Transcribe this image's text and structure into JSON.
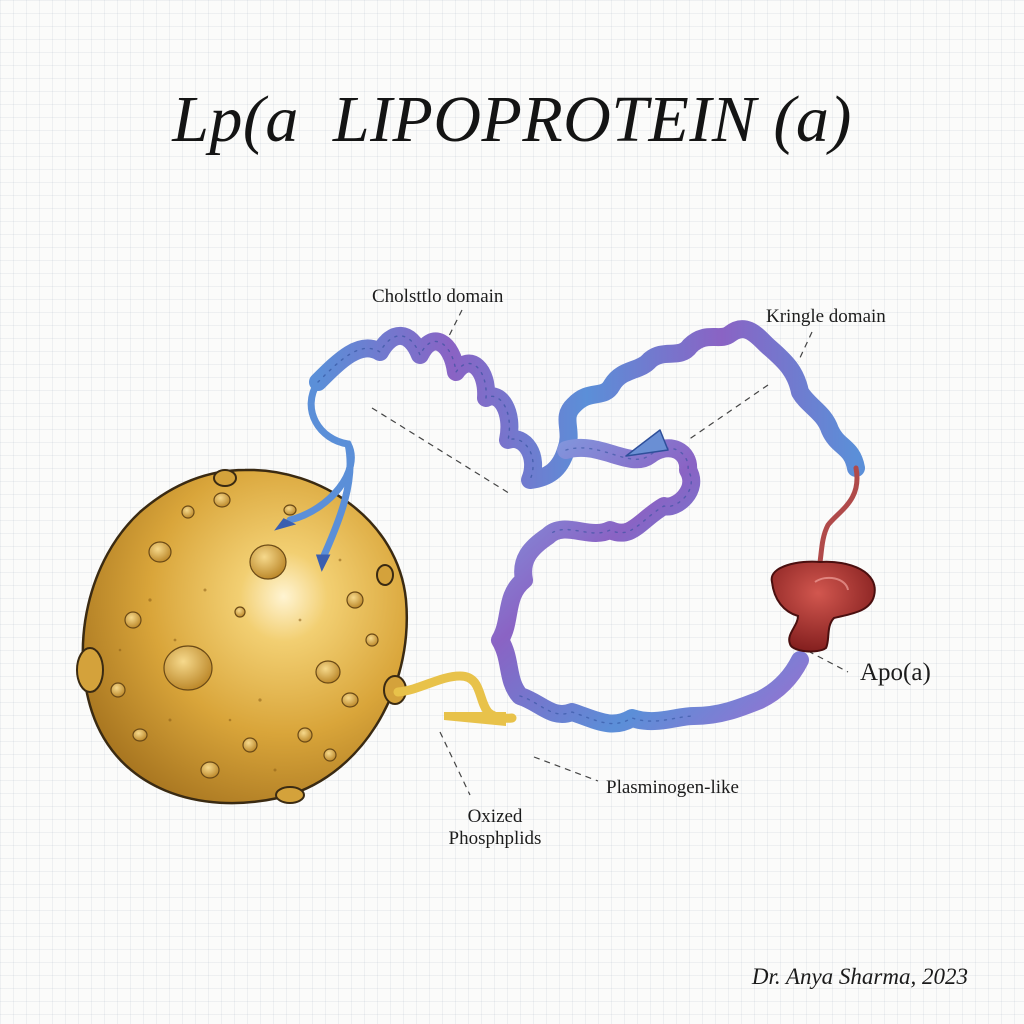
{
  "diagram": {
    "title": "Lp(a  LIPOPROTEIN (a)",
    "labels": {
      "cholesterol_domain": "Cholsttlo domain",
      "kringle_domain": "Kringle domain",
      "apo_a": "Apo(a)",
      "plasminogen_like": "Plasminogen-like",
      "oxized_line1": "Oxized",
      "oxized_line2": "Phosphplids"
    },
    "signature": "Dr. Anya Sharma, 2023"
  },
  "colors": {
    "particle_gold": "#d9a53a",
    "particle_shadow": "#a06e1c",
    "ribbon_blue": "#5b8fd8",
    "ribbon_purple": "#8a63c4",
    "apo_red": "#a82a2a",
    "phospholipid_yellow": "#e8c24a"
  },
  "icons": [
    "lipid-particle-icon",
    "protein-ribbon-icon",
    "apo-a-protein-icon",
    "phospholipid-tail-icon"
  ]
}
